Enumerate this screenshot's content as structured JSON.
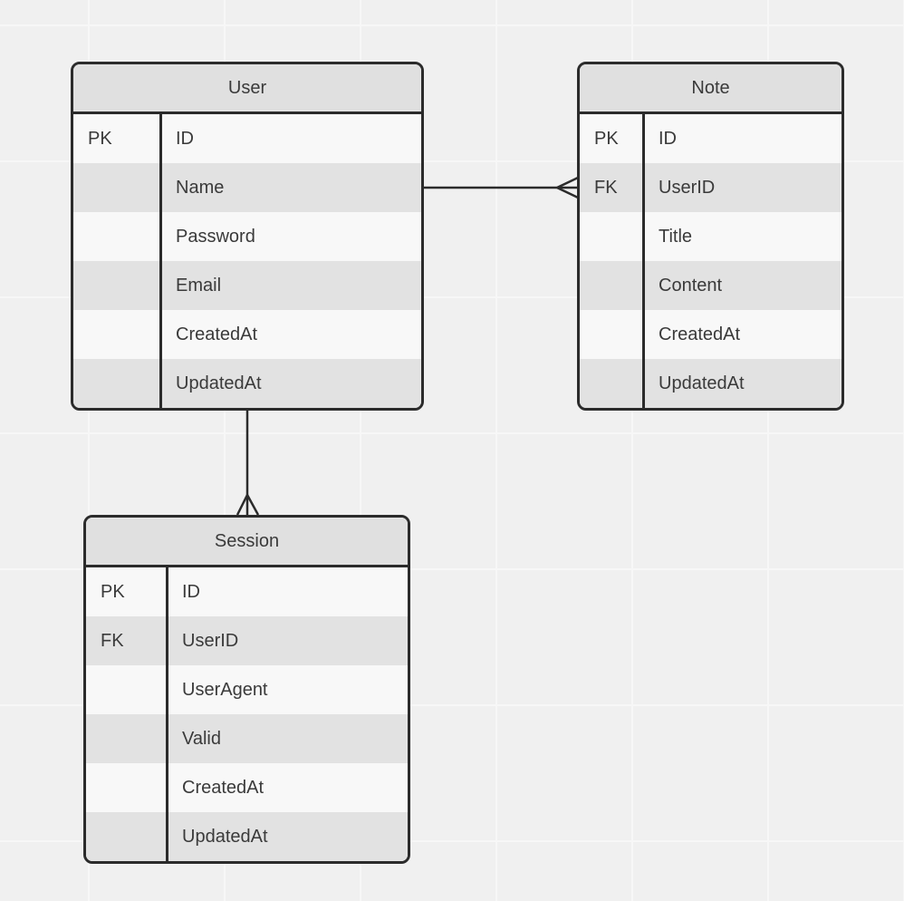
{
  "diagram": {
    "kind": "entity-relationship-diagram",
    "colors": {
      "background": "#f0f0f0",
      "grid_line": "#f7f7f7",
      "border": "#2b2b2b",
      "header_fill": "#e0e0e0",
      "row_fill_light": "#f8f8f8",
      "row_fill_dark": "#e2e2e2",
      "text": "#3a3a3a"
    }
  },
  "entities": [
    {
      "name": "User",
      "attributes": [
        {
          "key": "PK",
          "name": "ID"
        },
        {
          "key": "",
          "name": "Name"
        },
        {
          "key": "",
          "name": "Password"
        },
        {
          "key": "",
          "name": "Email"
        },
        {
          "key": "",
          "name": "CreatedAt"
        },
        {
          "key": "",
          "name": "UpdatedAt"
        }
      ]
    },
    {
      "name": "Note",
      "attributes": [
        {
          "key": "PK",
          "name": "ID"
        },
        {
          "key": "FK",
          "name": "UserID"
        },
        {
          "key": "",
          "name": "Title"
        },
        {
          "key": "",
          "name": "Content"
        },
        {
          "key": "",
          "name": "CreatedAt"
        },
        {
          "key": "",
          "name": "UpdatedAt"
        }
      ]
    },
    {
      "name": "Session",
      "attributes": [
        {
          "key": "PK",
          "name": "ID"
        },
        {
          "key": "FK",
          "name": "UserID"
        },
        {
          "key": "",
          "name": "UserAgent"
        },
        {
          "key": "",
          "name": "Valid"
        },
        {
          "key": "",
          "name": "CreatedAt"
        },
        {
          "key": "",
          "name": "UpdatedAt"
        }
      ]
    }
  ],
  "relationships": [
    {
      "from": "User",
      "to": "Note",
      "cardinality": "one-to-many",
      "marker": "crow-foot-at-note"
    },
    {
      "from": "User",
      "to": "Session",
      "cardinality": "one-to-many",
      "marker": "crow-foot-at-session"
    }
  ]
}
